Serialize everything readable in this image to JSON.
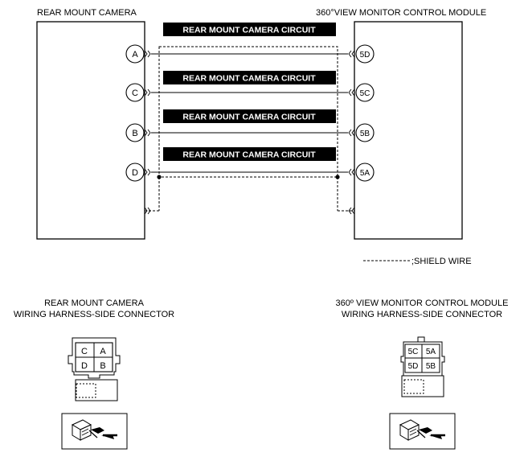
{
  "components": {
    "camera_title": "REAR MOUNT CAMERA",
    "module_title": "360°VIEW MONITOR CONTROL MODULE"
  },
  "circuits": [
    {
      "label": "REAR MOUNT CAMERA CIRCUIT",
      "from": "A",
      "to": "5D"
    },
    {
      "label": "REAR MOUNT CAMERA CIRCUIT",
      "from": "C",
      "to": "5C"
    },
    {
      "label": "REAR MOUNT CAMERA CIRCUIT",
      "from": "B",
      "to": "5B"
    },
    {
      "label": "REAR MOUNT CAMERA CIRCUIT",
      "from": "D",
      "to": "5A"
    }
  ],
  "legend": {
    "shield_wire": ";SHIELD WIRE"
  },
  "connectors": {
    "camera": {
      "title_line1": "REAR MOUNT CAMERA",
      "title_line2": "WIRING HARNESS-SIDE CONNECTOR",
      "pins": [
        "C",
        "A",
        "D",
        "B"
      ]
    },
    "module": {
      "title_line1": "360º VIEW MONITOR CONTROL MODULE",
      "title_line2": "WIRING HARNESS-SIDE CONNECTOR",
      "pins": [
        "5C",
        "5A",
        "5D",
        "5B"
      ]
    }
  }
}
